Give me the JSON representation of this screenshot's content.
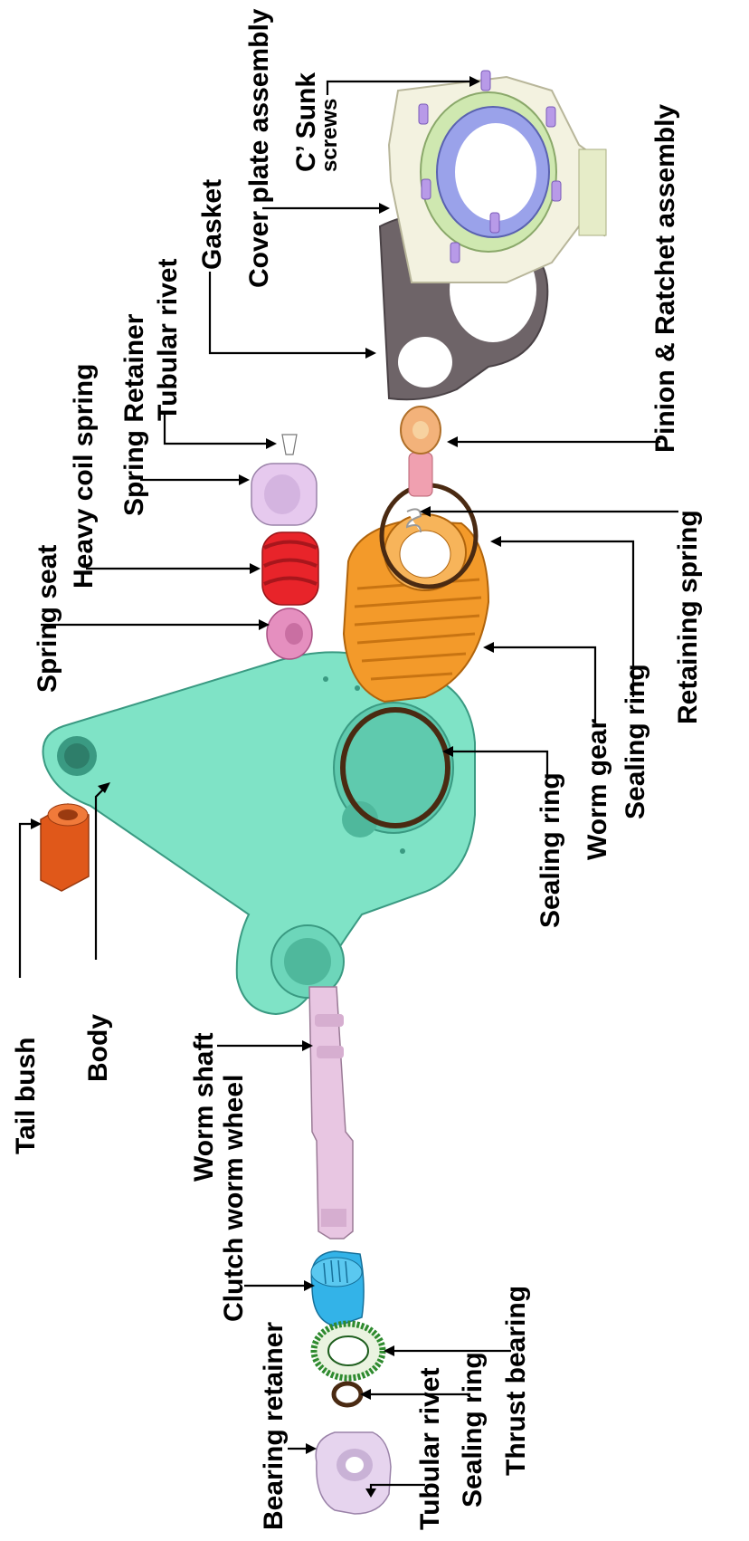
{
  "labels": {
    "tail_bush": "Tail bush",
    "body": "Body",
    "worm_shaft": "Worm shaft",
    "clutch_worm_wheel": "Clutch worm wheel",
    "bearing_retainer": "Bearing retainer",
    "tubular_rivet_bottom": "Tubular rivet",
    "sealing_ring_bottom": "Sealing ring",
    "thrust_bearing": "Thrust bearing",
    "spring_seat": "Spring seat",
    "heavy_coil_spring": "Heavy coil spring",
    "spring_retainer": "Spring Retainer",
    "tubular_rivet_top": "Tubular rivet",
    "gasket": "Gasket",
    "cover_plate_assembly": "Cover plate assembly",
    "c_sunk": "C’ Sunk",
    "screws": "screws",
    "pinion_ratchet_assembly": "Pinion & Ratchet assembly",
    "retaining_spring": "Retaining spring",
    "sealing_ring_right": "Sealing ring",
    "worm_gear": "Worm gear",
    "sealing_ring_center": "Sealing ring"
  },
  "colors": {
    "body": "#7fe3c6",
    "tail_bush": "#e0581a",
    "worm_gear": "#f39a2a",
    "spring": "#e8242a",
    "spring_seat": "#e58fbf",
    "spring_retainer": "#e6c9ee",
    "worm_shaft": "#e8c6e2",
    "clutch_worm_wheel": "#33b3e8",
    "thrust_bearing": "#2e8a2e",
    "sealing_ring": "#4a2a12",
    "cover_plate": "#f3f2e0",
    "cover_bore": "#9aa2ea",
    "gasket": "#6e6468",
    "pinion": "#f3b27a",
    "screws": "#b89ae8"
  }
}
